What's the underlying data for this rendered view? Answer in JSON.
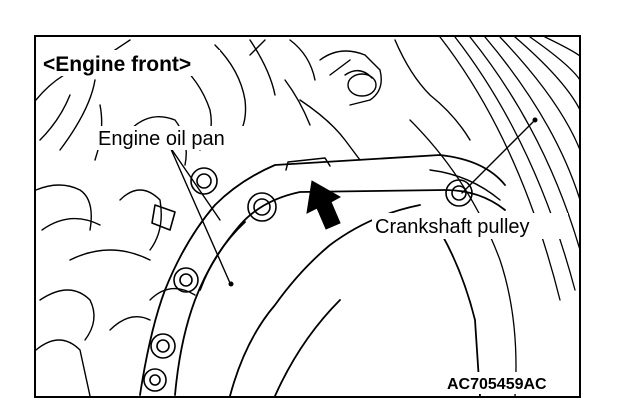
{
  "labels": {
    "view_title": "<Engine front>",
    "oil_pan": "Engine oil pan",
    "crankshaft_pulley": "Crankshaft pulley",
    "figure_code": "AC705459AC"
  },
  "colors": {
    "ink": "#000000",
    "paper": "#ffffff"
  },
  "icons": {
    "pointer": "bold-arrow-icon"
  }
}
